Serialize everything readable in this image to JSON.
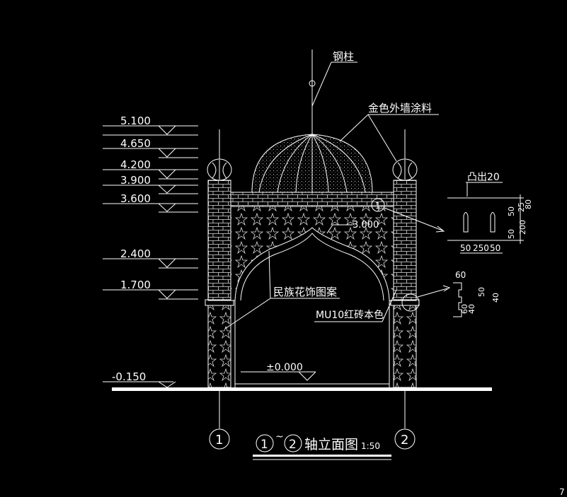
{
  "elevations": [
    {
      "label": "5.100"
    },
    {
      "label": "4.650"
    },
    {
      "label": "4.200"
    },
    {
      "label": "3.900"
    },
    {
      "label": "3.600"
    },
    {
      "label": "2.400"
    },
    {
      "label": "1.700"
    },
    {
      "label": "-0.150"
    }
  ],
  "annotations": {
    "steel_column": "钢柱",
    "gold_paint": "金色外墙涂料",
    "ethnic_pattern": "民族花饰图案",
    "red_brick": "MU10红砖本色",
    "arch_level": "3.000",
    "floor_level": "±0.000",
    "protrusion": "凸出20"
  },
  "detail1": {
    "circle_label": "1",
    "dims_bottom": [
      "50",
      "250",
      "50"
    ],
    "dims_side": [
      "50",
      "25",
      "80",
      "200",
      "50"
    ]
  },
  "detail2": {
    "dims": [
      "60",
      "50",
      "40",
      "60",
      "40"
    ]
  },
  "axes": {
    "left": "1",
    "right": "2"
  },
  "title": {
    "axis_from": "1",
    "tilde": "~",
    "axis_to": "2",
    "text": "轴立面图",
    "scale": "1:50"
  },
  "page_number": "7"
}
